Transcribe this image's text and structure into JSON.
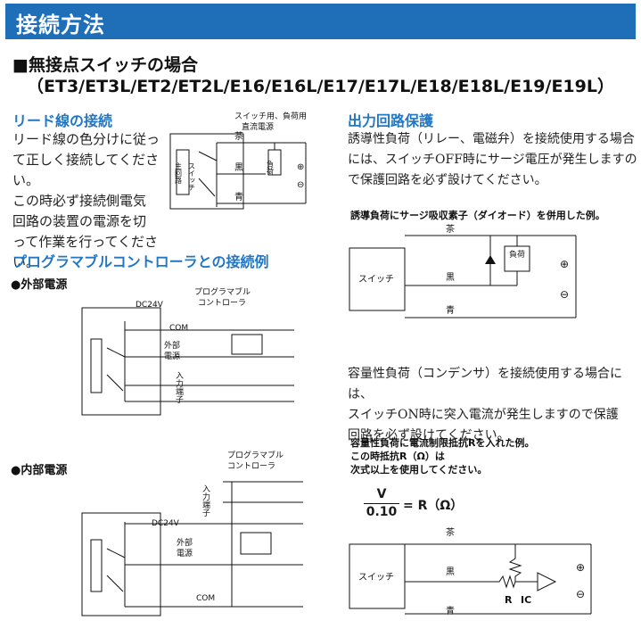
{
  "header": {
    "title": "接続方法"
  },
  "section": {
    "title": "■無接点スイッチの場合",
    "models": "（ET3/ET3L/ET2/ET2L/E16/E16L/E17/E17L/E18/E18L/E19/E19L）"
  },
  "lead": {
    "title": "リード線の接続",
    "lines": [
      "リード線の色分けに従っ",
      "て正しく接続してください。",
      "この時必ず接続側電気",
      "回路の装置の電源を切",
      "って作業を行ってください。"
    ]
  },
  "diagram_lead": {
    "caption_1": "スイッチ用、負荷用",
    "caption_2": "直流電源",
    "wire_brown": "茶",
    "wire_black": "黒",
    "wire_blue": "青",
    "load": "負荷",
    "main_circuit": "主回路",
    "switch": "スイッチ",
    "plus": "⊕",
    "minus": "⊖"
  },
  "plc": {
    "title": "プログラマブルコントローラとの接続例",
    "external": "●外部電源",
    "internal": "●内部電源",
    "dc24v": "DC24V",
    "plc_label_1": "プログラマブル",
    "plc_label_2": "コントローラ",
    "com": "COM",
    "external_supply_1": "外部",
    "external_supply_2": "電源",
    "input_terminal": "入力端子"
  },
  "output": {
    "title": "出力回路保護",
    "lines_inductive": [
      "誘導性負荷（リレー、電磁弁）を接続使用する場合",
      "には、スイッチOFF時にサージ電圧が発生しますの",
      "で保護回路を必ず設けてください。"
    ],
    "caption_inductive": "誘導負荷にサージ吸収素子（ダイオード）を併用した例。",
    "lines_capacitive": [
      "容量性負荷（コンデンサ）を接続使用する場合には、",
      "スイッチON時に突入電流が発生しますので保護",
      "回路を必ず設けてください。"
    ],
    "caption_cap_1": "容量性負荷に電流制限抵抗Rを入れた例。",
    "caption_cap_2": "この時抵抗R（Ω）は",
    "caption_cap_3": "次式以上を使用してください。",
    "formula_num": "V",
    "formula_den": "0.10",
    "formula_eq": "= R（Ω）",
    "switch": "スイッチ",
    "load": "負荷",
    "wire_brown": "茶",
    "wire_black": "黒",
    "wire_blue": "青",
    "r": "R",
    "ic": "IC"
  },
  "colors": {
    "header_bg": "#1f6fb8",
    "heading_blue": "#2277c4"
  }
}
